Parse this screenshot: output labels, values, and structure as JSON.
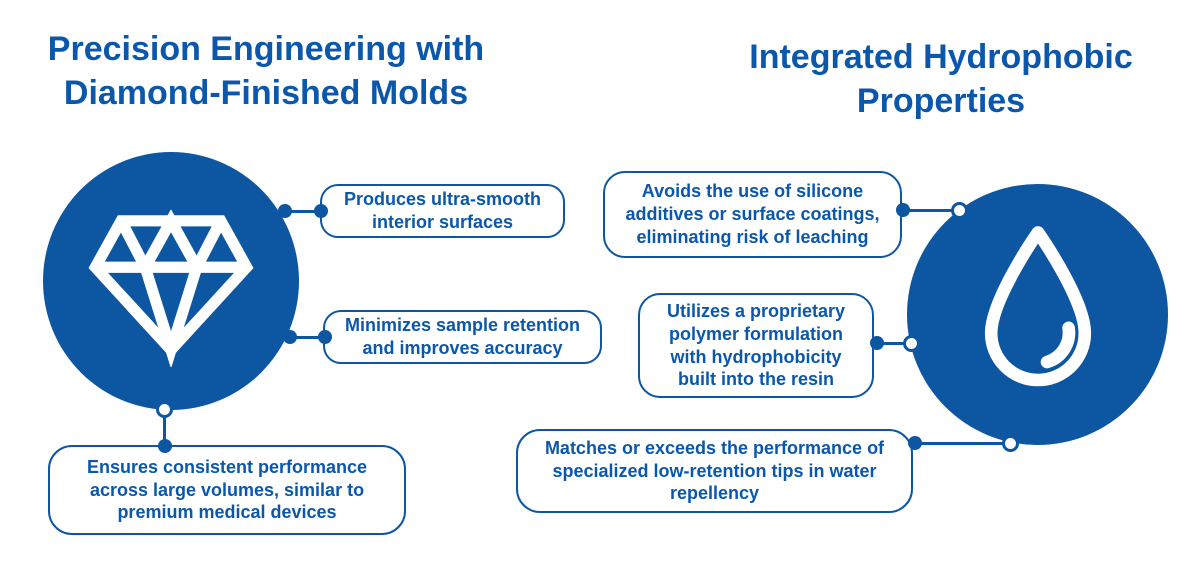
{
  "colors": {
    "brand_blue": "#0d56a2",
    "text_blue": "#0a57ac",
    "icon_white": "#ffffff",
    "background": "#ffffff"
  },
  "sections": [
    {
      "id": "precision-engineering",
      "title": "Precision Engineering with Diamond-Finished Molds",
      "icon": "diamond-icon",
      "callouts": [
        "Produces ultra-smooth interior surfaces",
        "Minimizes sample retention and improves accuracy",
        "Ensures consistent performance across large volumes, similar to premium medical devices"
      ]
    },
    {
      "id": "integrated-hydrophobic",
      "title": "Integrated Hydrophobic Properties",
      "icon": "water-drop-icon",
      "callouts": [
        "Avoids the use of silicone additives or surface coatings, eliminating risk of leaching",
        "Utilizes a proprietary polymer formulation with hydrophobicity built into the resin",
        "Matches or exceeds the performance of specialized low-retention tips in water repellency"
      ]
    }
  ]
}
